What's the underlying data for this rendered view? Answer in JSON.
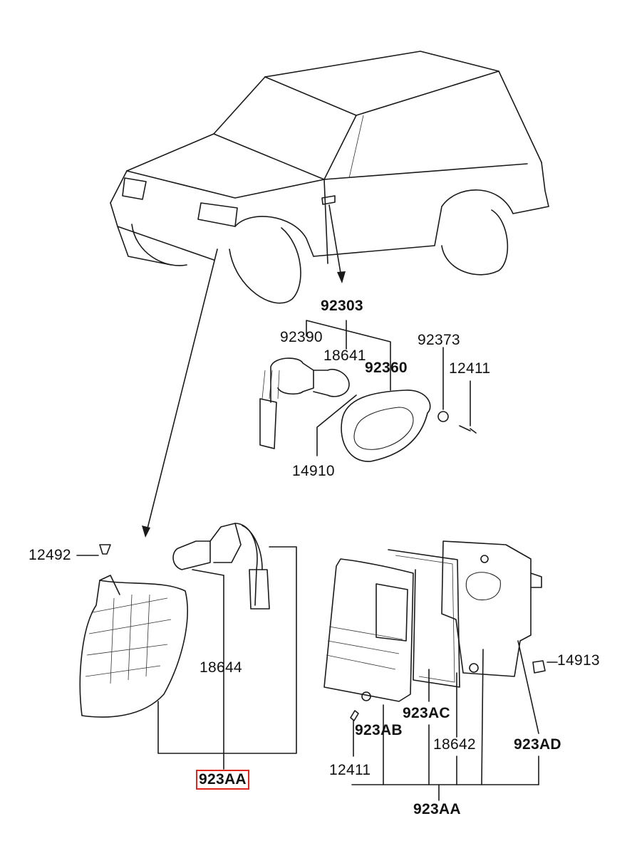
{
  "labels": {
    "p92303": "92303",
    "p92390": "92390",
    "p18641": "18641",
    "p92360": "92360",
    "p92373": "92373",
    "p12411_top": "12411",
    "p14910": "14910",
    "p12492": "12492",
    "p18644": "18644",
    "p923AA_left": "923AA",
    "p14913": "14913",
    "p923AC": "923AC",
    "p923AB": "923AB",
    "p18642": "18642",
    "p923AD": "923AD",
    "p12411_bottom": "12411",
    "p923AA_bottom": "923AA"
  },
  "highlight_color": "#e0261e"
}
